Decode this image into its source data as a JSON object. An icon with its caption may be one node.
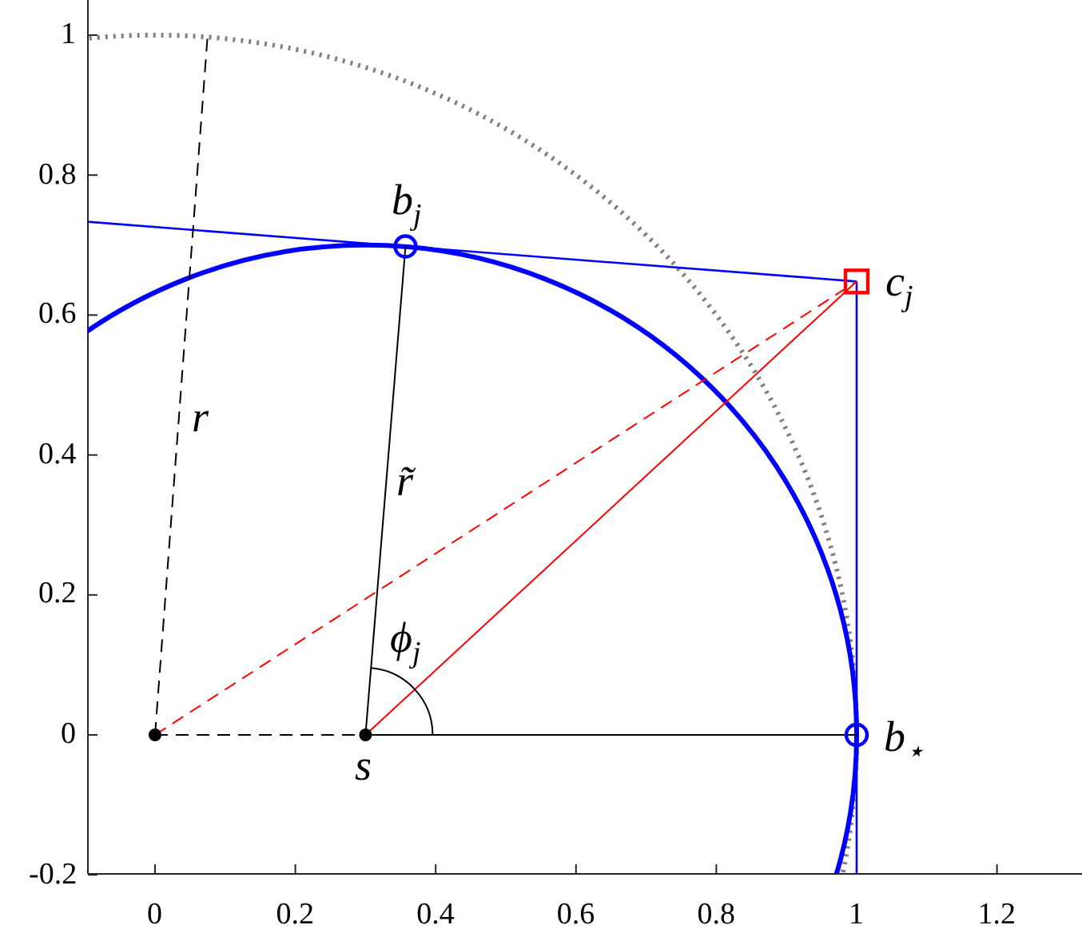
{
  "diagram": {
    "labels": [
      "1",
      "0.8",
      "0.6",
      "0.4",
      "0.2",
      "0",
      "-0.2",
      "0",
      "0.2",
      "0.4",
      "0.6",
      "0.8",
      "1",
      "1.2",
      "b$_{j}$",
      "c$_{j}$",
      "r",
      "r̃",
      "ϕ$_{j}$",
      "b$_{⋆}$",
      "s"
    ]
  }
}
